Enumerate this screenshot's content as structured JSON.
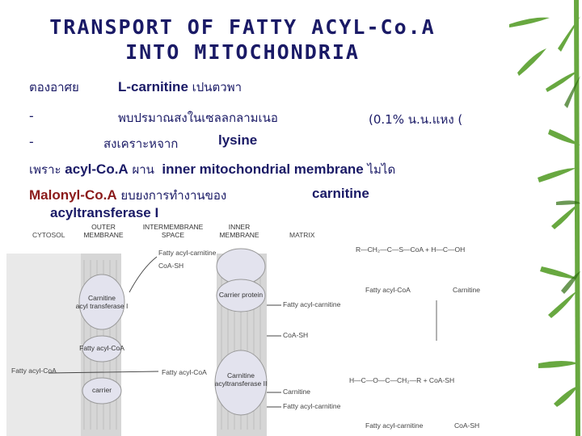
{
  "title": {
    "line1": "TRANSPORT OF FATTY ACYL-Co.A",
    "line2": "INTO MITOCHONDRIA"
  },
  "body": {
    "l1_a": "ตองอาศย",
    "l1_b": "L-carnitine",
    "l1_c": "เปนตวพา",
    "l2_dash": "-",
    "l2_a": "พบปรมาณสงในเซลลกลามเนอ",
    "l2_b": "(0.1% น.น.แหง (",
    "l3_dash": "-",
    "l3_a": "สงเคราะหจาก",
    "l3_b": "lysine",
    "l4_a": "เพราะ",
    "l4_b": "acyl-Co.A",
    "l4_c": "ผาน",
    "l4_d": "inner mitochondrial membrane",
    "l4_e": "ไมได",
    "l5_a": "Malonyl-Co.A",
    "l5_b": "ยบยงการทำงานของ",
    "l5_c": "carnitine",
    "l6_a": "acyltransferase I"
  },
  "diagram": {
    "headers": {
      "outer": [
        "OUTER",
        "MEMBRANE"
      ],
      "intermembrane": [
        "INTERMEMBRANE",
        "SPACE"
      ],
      "inner": [
        "INNER",
        "MEMBRANE"
      ],
      "cytosol": "CYTOSOL",
      "matrix": "MATRIX"
    },
    "labels": {
      "fac1": "Fatty acyl-carnitine",
      "coash1": "CoA-SH",
      "carnitine_i": [
        "Carnitine",
        "acyl transferase I"
      ],
      "carrier_protein": "Carrier protein",
      "fac2": "Fatty acyl-carnitine",
      "fatty_acyl_coa": "Fatty acyl-CoA",
      "fatty_acyl_coa_left": "Fatty acyl-CoA",
      "carnitine_ii": [
        "Carnitine",
        "acyltransferase II"
      ],
      "fatty_acyl_coa2": "Fatty acyl-CoA",
      "carrier": "carrier",
      "coash2": "CoA-SH",
      "carnitine_label": "Carnitine",
      "fac3": "Fatty acyl-carnitine"
    },
    "structures": {
      "top_formula": "R—CH₂—C—S—CoA  +  H—C—OH",
      "top_name1": "Fatty acyl-CoA",
      "top_name2": "Carnitine",
      "bottom_formula": "H—C—O—C—CH₂—R  +  CoA-SH",
      "bottom_name1": "Fatty acyl-carnitine",
      "bottom_name2": "CoA-SH"
    }
  },
  "colors": {
    "title": "#1a1a66",
    "malonyl": "#8b1a1a",
    "membrane": "#cccccc",
    "bamboo": "#4e9a1f"
  }
}
